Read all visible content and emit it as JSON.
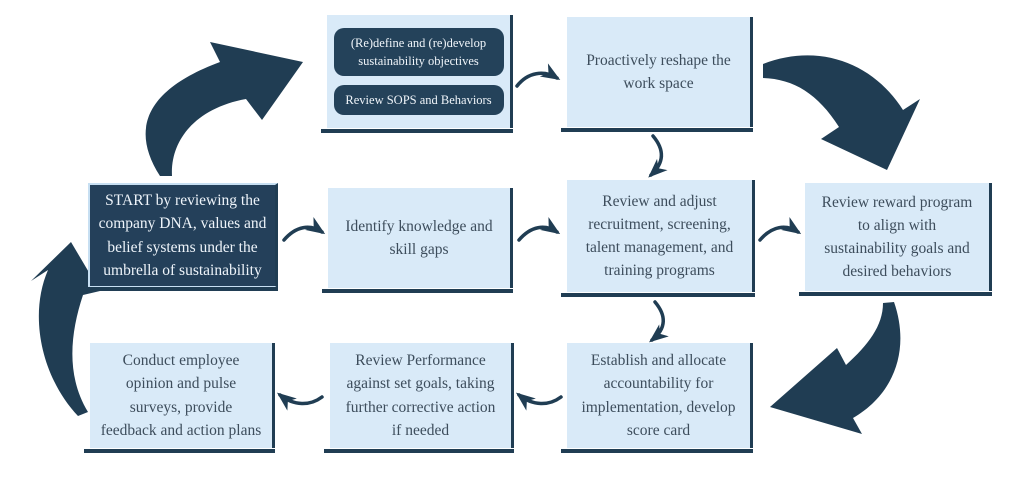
{
  "diagram": {
    "type": "cycle-flowchart",
    "topic": "sustainability change cycle",
    "colors": {
      "background": "#ffffff",
      "node_fill": "#d9eaf8",
      "dark_accent": "#203d53",
      "dark_node_fill": "#24425a",
      "text_dark": "#3d4d5c",
      "text_light": "#f0f5fa"
    },
    "nodes": {
      "objectives": "(Re)define and (re)develop sustainability objectives",
      "sops": "Review SOPS and Behaviors",
      "reshape": "Proactively reshape the work space",
      "start": "START by reviewing the company DNA, values and belief systems under the umbrella of sustainability",
      "gaps": "Identify knowledge and skill gaps",
      "recruitment": "Review and adjust recruitment, screening, talent management, and training programs",
      "reward": "Review reward program to align with sustainability goals and desired behaviors",
      "surveys": "Conduct employee opinion and pulse surveys, provide feedback and action plans",
      "performance": "Review Performance against set goals, taking further corrective action if needed",
      "accountability": "Establish and allocate accountability for implementation, develop score card"
    },
    "edges": [
      "start -> gaps",
      "gaps -> recruitment",
      "recruitment -> reward",
      "objectives/sops -> reshape",
      "reshape -> recruitment",
      "recruitment -> accountability",
      "accountability -> performance",
      "performance -> surveys",
      "start -> objectives/sops (big curved arrow)",
      "reshape -> reward (big curved arrow)",
      "reward -> accountability (big curved arrow)",
      "surveys -> start (big curved arrow)"
    ]
  }
}
